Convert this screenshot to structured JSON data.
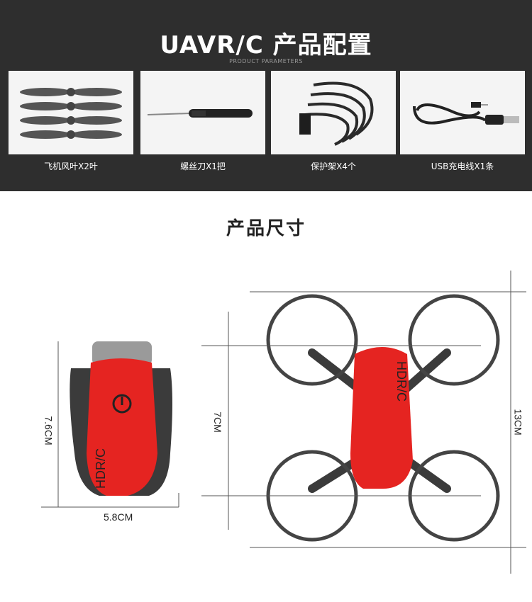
{
  "header": {
    "title": "UAVR/C  产品配置",
    "subtitle": "PRODUCT PARAMETERS"
  },
  "accessories": [
    {
      "label": "飞机风叶X2叶",
      "icon": "propeller-icon"
    },
    {
      "label": "螺丝刀X1把",
      "icon": "screwdriver-icon"
    },
    {
      "label": "保护架X4个",
      "icon": "propeller-guard-icon"
    },
    {
      "label": "USB充电线X1条",
      "icon": "usb-cable-icon"
    }
  ],
  "dimensions_section": {
    "title": "产品尺寸",
    "folded": {
      "width_label": "5.8CM",
      "length_label": "7.6CM",
      "body_text": "HDR/C"
    },
    "unfolded": {
      "length_label": "7CM",
      "width_label": "13CM",
      "body_text": "HDR/C"
    }
  },
  "colors": {
    "band": "#2e2e2e",
    "drone_red": "#e52421",
    "drone_gray": "#3b3b3b"
  }
}
